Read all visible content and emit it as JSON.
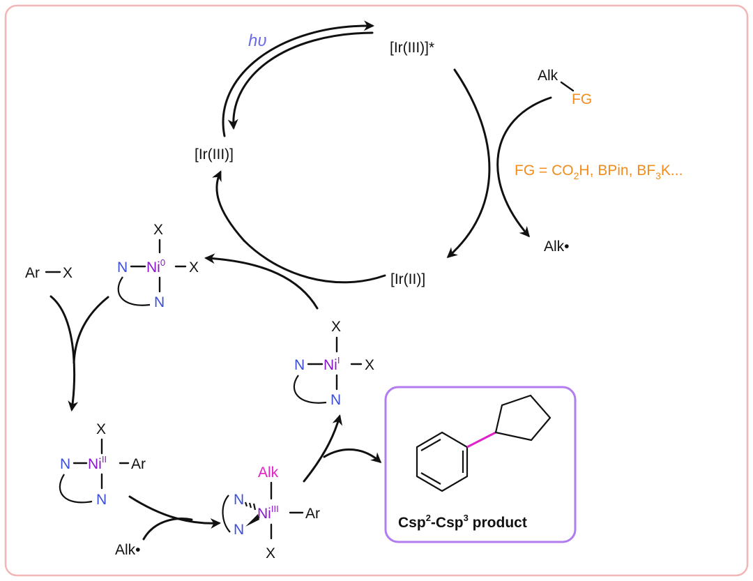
{
  "photocycle": {
    "hv_label": "hυ",
    "ir_excited": "[Ir(III)]*",
    "ir_ground": "[Ir(III)]",
    "ir_reduced": "[Ir(II)]"
  },
  "radical_source": {
    "alk": "Alk",
    "fg": "FG",
    "fg_definition_parts": [
      "FG = CO",
      "2",
      "H, BPin, BF",
      "3",
      "K..."
    ],
    "radical": "Alk•"
  },
  "nickel_cycle": {
    "ni0": {
      "metal": "Ni",
      "ox": "0",
      "ligand_top": "X",
      "ligand_right": "X",
      "n_top": "N",
      "n_bottom": "N"
    },
    "aryl_halide": {
      "ar": "Ar",
      "x": "X"
    },
    "ni2": {
      "metal": "Ni",
      "ox": "II",
      "ligand_top": "X",
      "ligand_right": "Ar",
      "n_top": "N",
      "n_bottom": "N"
    },
    "alk_radical_in": "Alk•",
    "ni3": {
      "metal": "Ni",
      "ox": "III",
      "ligand_top": "Alk",
      "ligand_right": "Ar",
      "ligand_bottom": "X",
      "n_top": "N",
      "n_bottom": "N"
    },
    "ni1": {
      "metal": "Ni",
      "ox": "I",
      "ligand_top": "X",
      "ligand_right": "X",
      "n_top": "N",
      "n_bottom": "N"
    }
  },
  "product_box": {
    "caption_parts": [
      "Csp",
      "2",
      "-Csp",
      "3",
      " product"
    ]
  },
  "colors": {
    "border": "#f2b6b6",
    "blue_light": "#6a6ae8",
    "nitrogen_blue": "#3c4fd6",
    "nickel_purple": "#8a16c9",
    "orange": "#f28c1b",
    "magenta": "#e020c8",
    "product_box_border": "#b27bf0"
  }
}
